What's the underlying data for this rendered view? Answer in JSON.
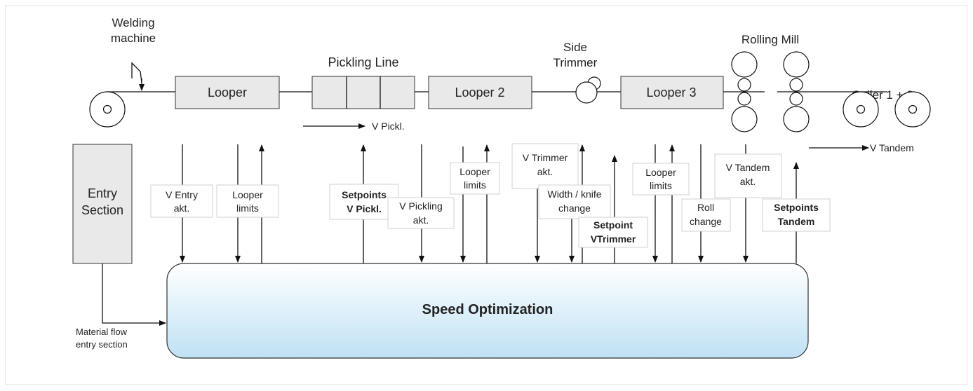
{
  "labels": {
    "welding": [
      "Welding",
      "machine"
    ],
    "looper": "Looper",
    "pickling_line": "Pickling Line",
    "looper2": "Looper 2",
    "side_trimmer": [
      "Side",
      "Trimmer"
    ],
    "looper3": "Looper 3",
    "rolling_mill": "Rolling Mill",
    "coiler": "Coiler 1 + 2",
    "v_pickl": "V Pickl.",
    "v_tandem": "V Tandem",
    "entry_section": [
      "Entry",
      "Section"
    ],
    "speed_optimization": "Speed Optimization",
    "material_flow": [
      "Material flow",
      "entry section"
    ]
  },
  "signals": {
    "v_entry": [
      "V Entry",
      "akt."
    ],
    "looper_limits_1": [
      "Looper",
      "limits"
    ],
    "setpoints_pickl": [
      "Setpoints",
      "V Pickl."
    ],
    "v_pickling": [
      "V Pickling",
      "akt."
    ],
    "looper_limits_2": [
      "Looper",
      "limits"
    ],
    "v_trimmer": [
      "V Trimmer",
      "akt."
    ],
    "width_knife": [
      "Width / knife",
      "change"
    ],
    "setpoint_vtrimmer": [
      "Setpoint",
      "VTrimmer"
    ],
    "looper_limits_3": [
      "Looper",
      "limits"
    ],
    "roll_change": [
      "Roll",
      "change"
    ],
    "v_tandem_akt": [
      "V Tandem",
      "akt."
    ],
    "setpoints_tandem": [
      "Setpoints",
      "Tandem"
    ]
  },
  "colors": {
    "box_fill": "#e9e9e9",
    "opt_top": "#ffffff",
    "opt_bottom": "#bfe1f4"
  }
}
